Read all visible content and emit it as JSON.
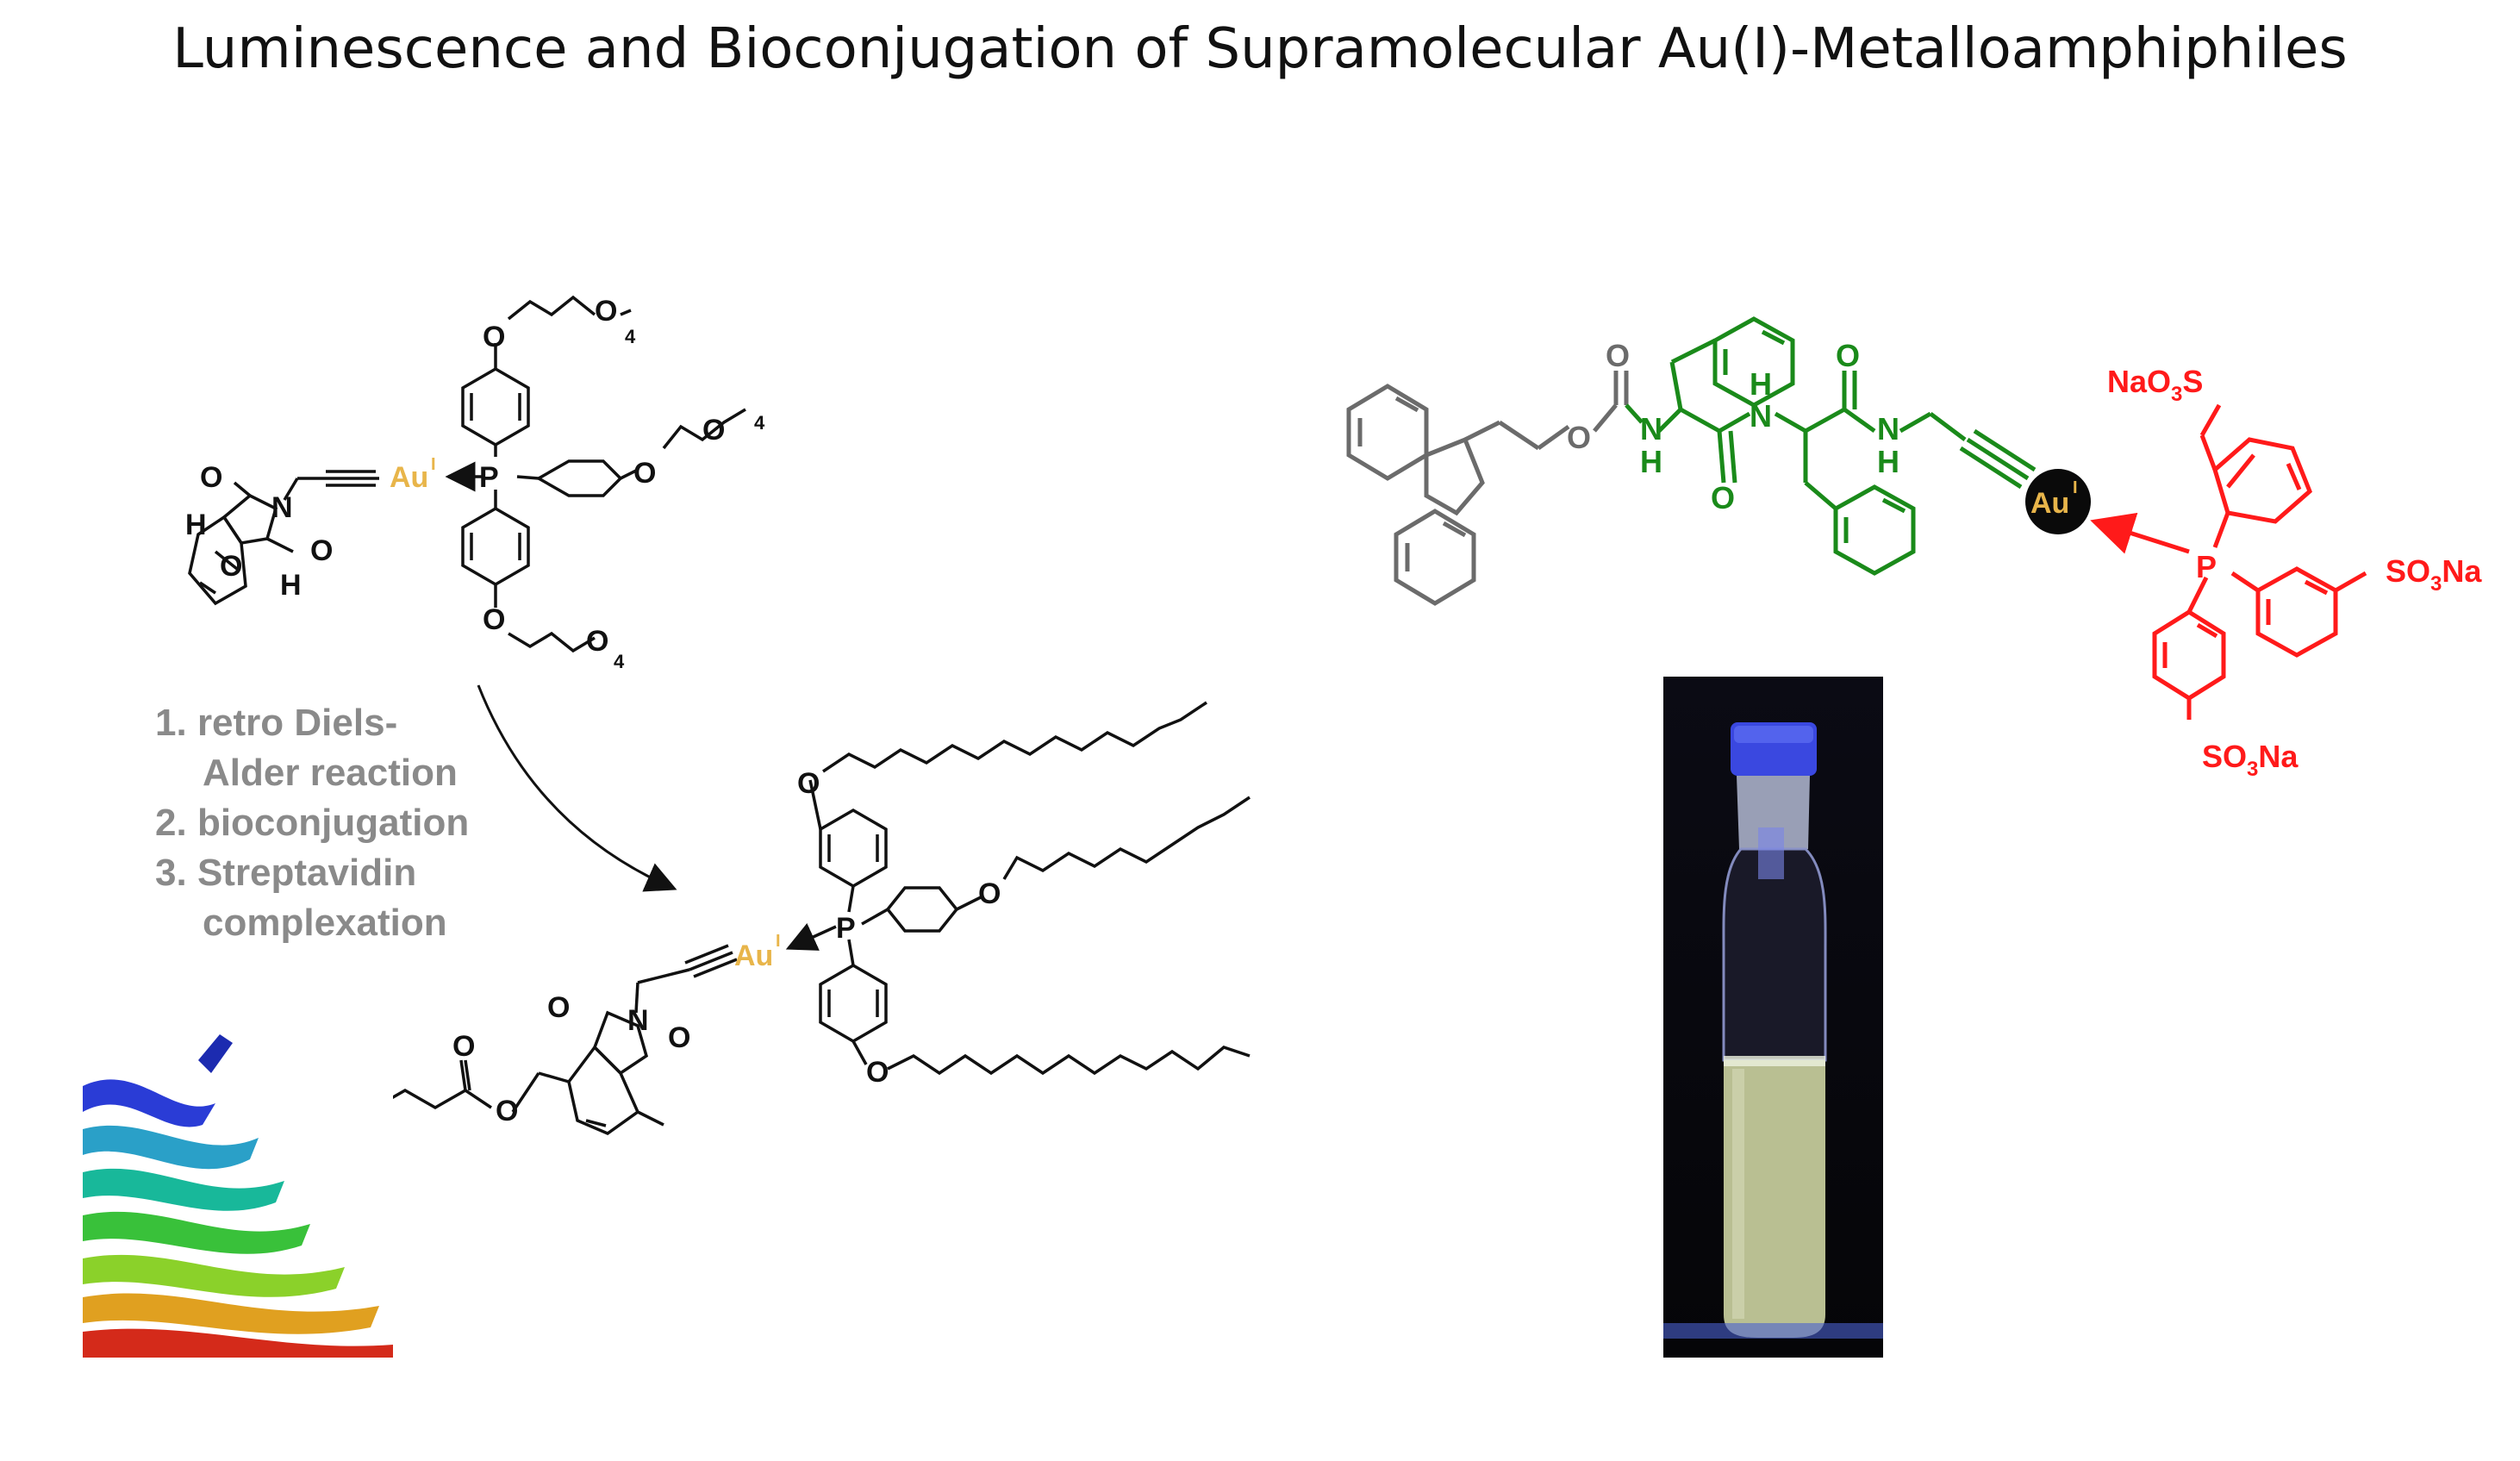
{
  "title": "Luminescence and Bioconjugation of Supramolecular Au(I)-Metalloamphiphiles",
  "steps": [
    {
      "n": "1.",
      "line1": "retro Diels-",
      "line2": "Alder reaction"
    },
    {
      "n": "2.",
      "line1": "bioconjugation"
    },
    {
      "n": "3.",
      "line1": "Streptavidin",
      "line2": "complexation"
    }
  ],
  "atoms": {
    "au": "Au",
    "au_sup": "I",
    "p": "P",
    "o": "O",
    "n": "N",
    "h": "H",
    "s": "S",
    "nh": "NH",
    "hn": "HN",
    "peg_sub": "4",
    "naso3s": "NaO",
    "so3na": "SO",
    "sub3": "3",
    "na": "Na",
    "s_end": "S"
  },
  "colors": {
    "black": "#111111",
    "gold": "#e8b54a",
    "gray": "#6b6b6b",
    "green": "#1a8a1a",
    "red": "#ff1a1a",
    "steps": "#8a8a8a"
  }
}
